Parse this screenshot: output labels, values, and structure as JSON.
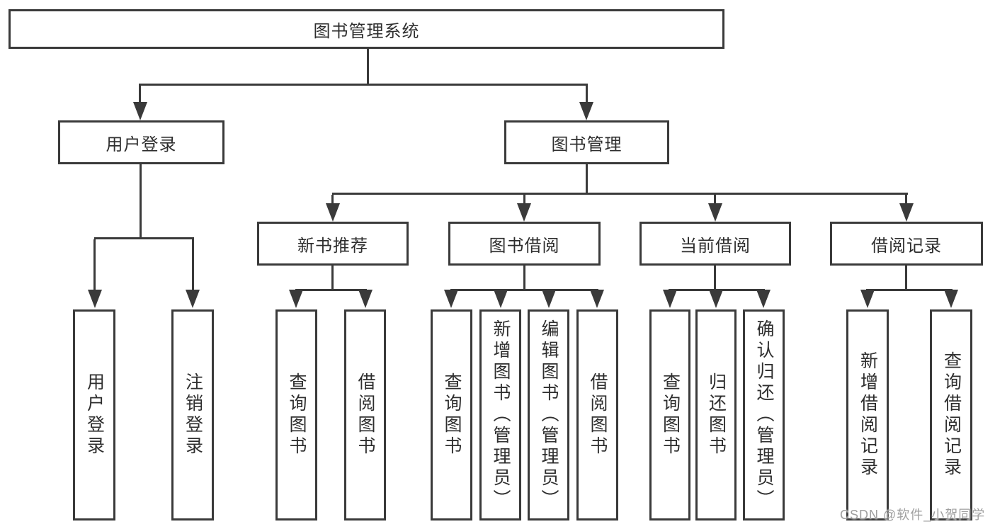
{
  "root": {
    "label": "图书管理系统"
  },
  "branches": {
    "user": {
      "label": "用户登录",
      "children": [
        {
          "label": "用户登录"
        },
        {
          "label": "注销登录"
        }
      ]
    },
    "book": {
      "label": "图书管理",
      "children": [
        {
          "label": "新书推荐",
          "children": [
            {
              "label": "查询图书"
            },
            {
              "label": "借阅图书"
            }
          ]
        },
        {
          "label": "图书借阅",
          "children": [
            {
              "label": "查询图书"
            },
            {
              "label": "新增图书（管理员）"
            },
            {
              "label": "编辑图书（管理员）"
            },
            {
              "label": "借阅图书"
            }
          ]
        },
        {
          "label": "当前借阅",
          "children": [
            {
              "label": "查询图书"
            },
            {
              "label": "归还图书"
            },
            {
              "label": "确认归还（管理员）"
            }
          ]
        },
        {
          "label": "借阅记录",
          "children": [
            {
              "label": "新增借阅记录"
            },
            {
              "label": "查询借阅记录"
            }
          ]
        }
      ]
    }
  },
  "watermark": {
    "text": "CSDN @软件_小贺同学"
  },
  "colors": {
    "line": "#3a3a3a",
    "text": "#2e2e2e",
    "background": "#ffffff",
    "watermark": "#9e9e9e"
  }
}
